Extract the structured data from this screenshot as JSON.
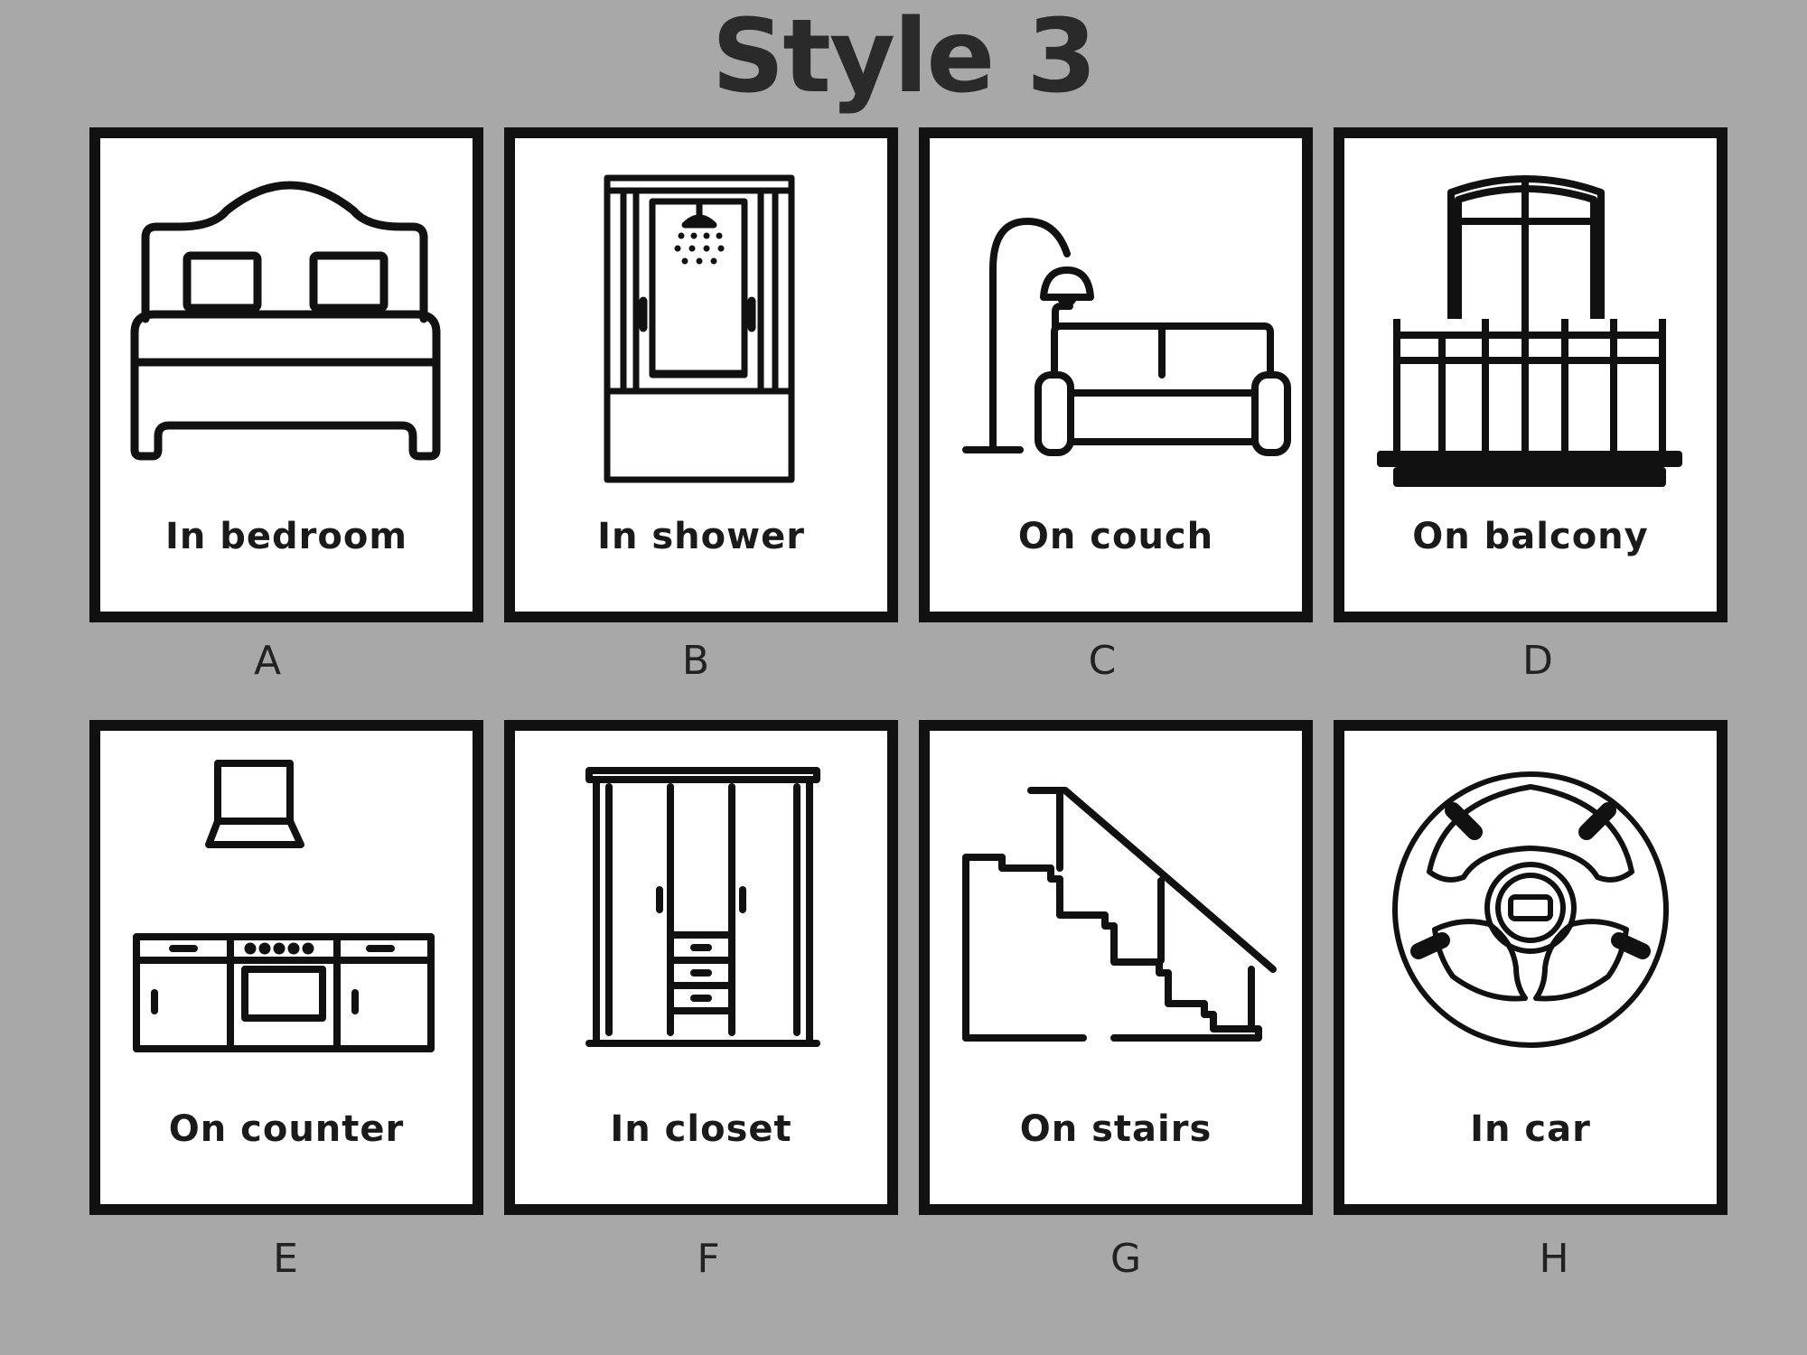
{
  "title": "Style 3",
  "cards": [
    {
      "label": "In bedroom",
      "letter": "A",
      "icon": "bed-icon"
    },
    {
      "label": "In shower",
      "letter": "B",
      "icon": "shower-icon"
    },
    {
      "label": "On couch",
      "letter": "C",
      "icon": "couch-lamp-icon"
    },
    {
      "label": "On balcony",
      "letter": "D",
      "icon": "balcony-icon"
    },
    {
      "label": "On counter",
      "letter": "E",
      "icon": "kitchen-counter-icon"
    },
    {
      "label": "In closet",
      "letter": "F",
      "icon": "wardrobe-icon"
    },
    {
      "label": "On stairs",
      "letter": "G",
      "icon": "stairs-icon"
    },
    {
      "label": "In car",
      "letter": "H",
      "icon": "steering-wheel-icon"
    }
  ]
}
